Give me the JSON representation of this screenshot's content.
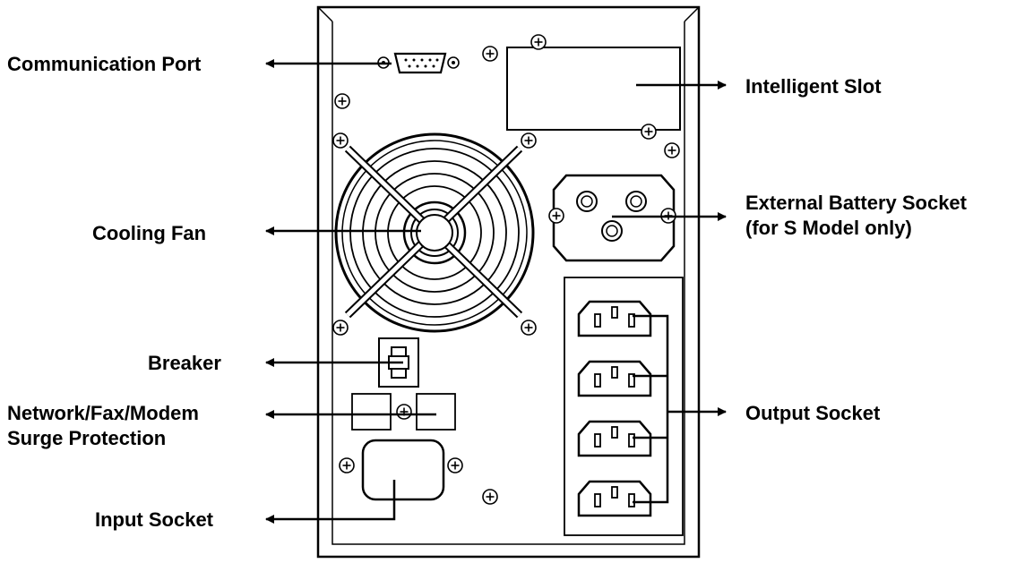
{
  "labels": {
    "communication_port": "Communication Port",
    "intelligent_slot": "Intelligent Slot",
    "cooling_fan": "Cooling Fan",
    "external_battery_1": "External Battery Socket",
    "external_battery_2": "(for S Model  only)",
    "breaker": "Breaker",
    "network_1": "Network/Fax/Modem",
    "network_2": "Surge Protection",
    "output_socket": "Output Socket",
    "input_socket": "Input Socket"
  },
  "colors": {
    "line": "#000000",
    "background": "#ffffff"
  }
}
